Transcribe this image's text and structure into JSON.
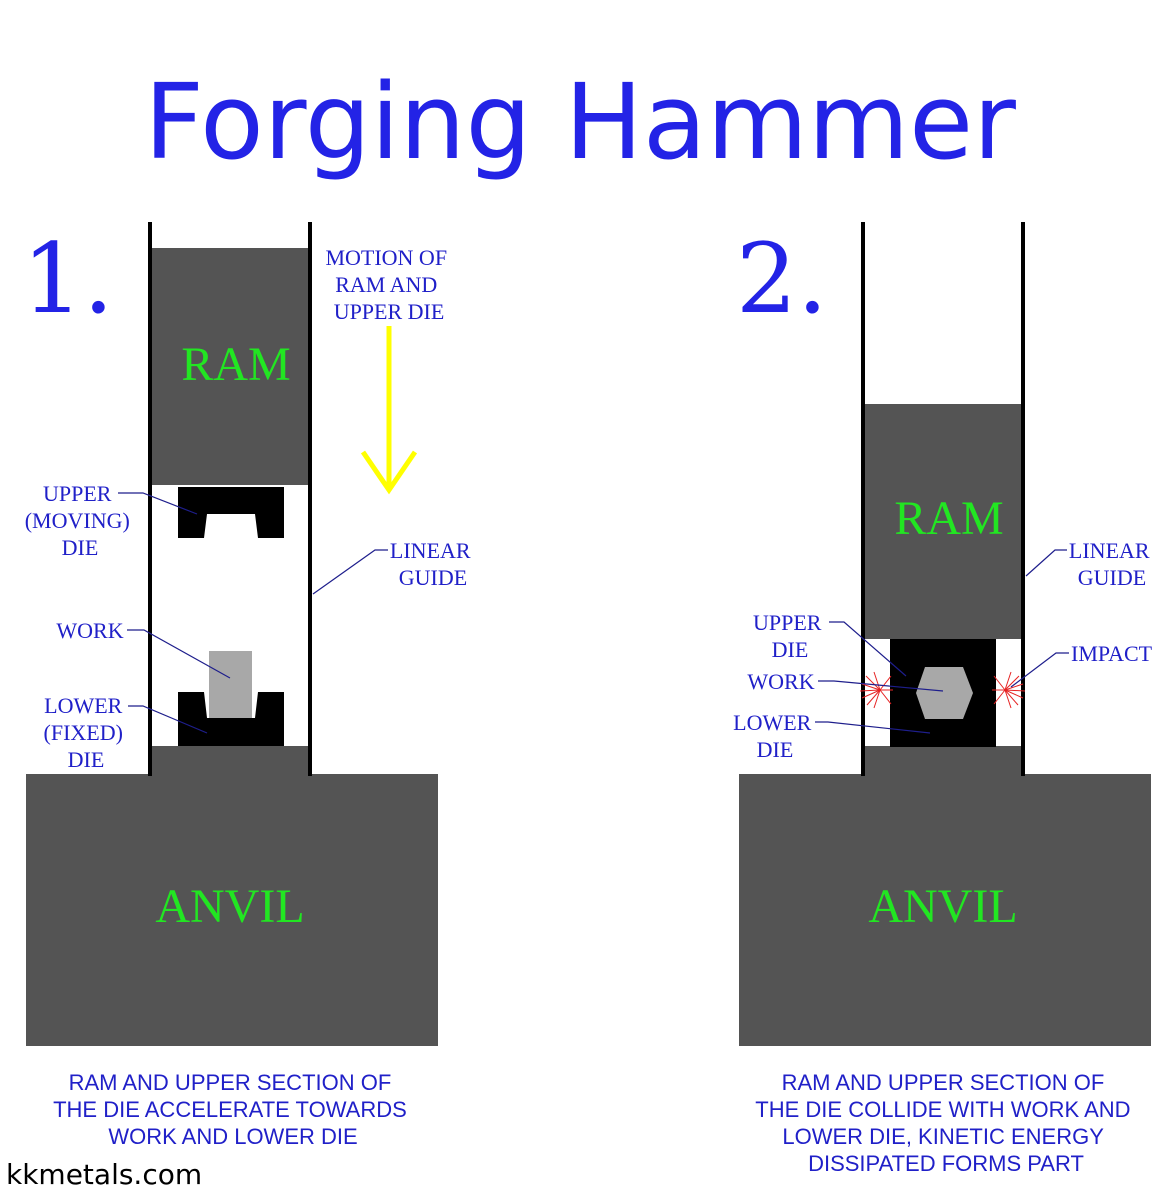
{
  "title": "Forging  Hammer",
  "watermark": "kkmetals.com",
  "colors": {
    "title": "#2323e6",
    "part_label": "#22e622",
    "callout_text": "#2020c8",
    "machine_block": "#545454",
    "die": "#000000",
    "work": "#a8a8a8",
    "motion_arrow": "#ffff00",
    "impact_spark": "#e62323"
  },
  "panel1": {
    "number": "1.",
    "ram": "RAM",
    "anvil": "ANVIL",
    "motion": [
      "MOTION OF",
      "RAM AND",
      "UPPER DIE"
    ],
    "upper_die": [
      "UPPER",
      "(MOVING)",
      "DIE"
    ],
    "work": "WORK",
    "lower_die": [
      "LOWER",
      "(FIXED)",
      "DIE"
    ],
    "linear_guide": [
      "LINEAR",
      "GUIDE"
    ],
    "caption": [
      "RAM AND UPPER SECTION OF",
      "THE DIE ACCELERATE TOWARDS",
      "WORK AND LOWER DIE"
    ]
  },
  "panel2": {
    "number": "2.",
    "ram": "RAM",
    "anvil": "ANVIL",
    "upper_die": [
      "UPPER",
      "DIE"
    ],
    "work": "WORK",
    "lower_die": [
      "LOWER",
      "DIE"
    ],
    "linear_guide": [
      "LINEAR",
      "GUIDE"
    ],
    "impact": "IMPACT",
    "caption": [
      "RAM AND UPPER SECTION OF",
      "THE DIE COLLIDE WITH WORK AND",
      "LOWER DIE, KINETIC ENERGY",
      "DISSIPATED FORMS PART"
    ]
  }
}
